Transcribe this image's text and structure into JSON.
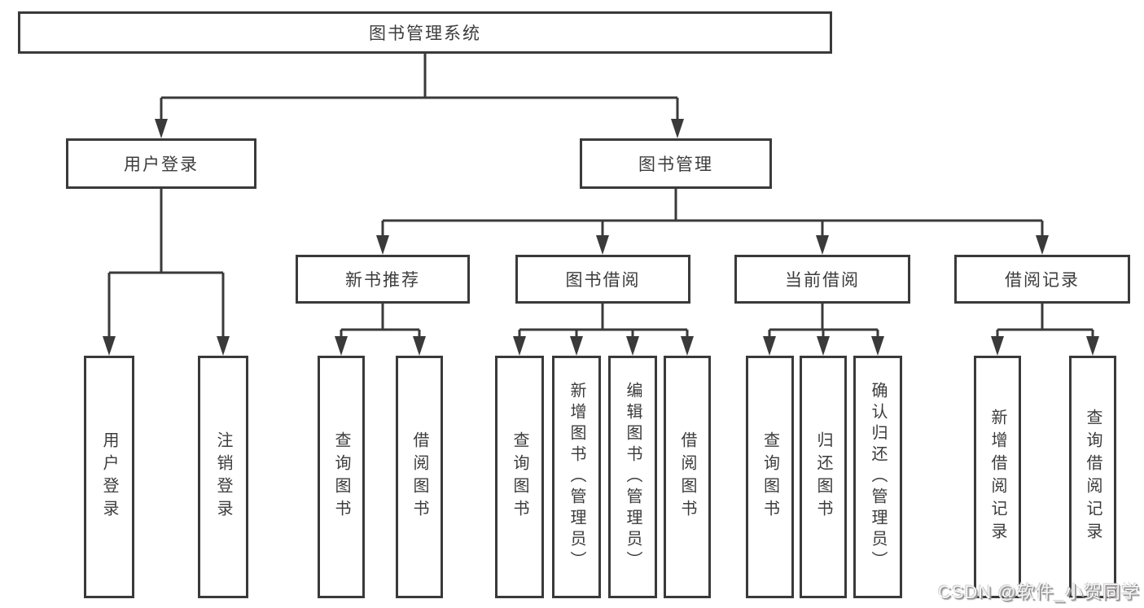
{
  "diagram_title": "图书管理系统",
  "tree": {
    "label": "图书管理系统",
    "children": [
      {
        "label": "用户登录",
        "children": [
          {
            "label": "用户登录"
          },
          {
            "label": "注销登录"
          }
        ]
      },
      {
        "label": "图书管理",
        "children": [
          {
            "label": "新书推荐",
            "children": [
              {
                "label": "查询图书"
              },
              {
                "label": "借阅图书"
              }
            ]
          },
          {
            "label": "图书借阅",
            "children": [
              {
                "label": "查询图书"
              },
              {
                "label": "新增图书（管理员）"
              },
              {
                "label": "编辑图书（管理员）"
              },
              {
                "label": "借阅图书"
              }
            ]
          },
          {
            "label": "当前借阅",
            "children": [
              {
                "label": "查询图书"
              },
              {
                "label": "归还图书"
              },
              {
                "label": "确认归还（管理员）"
              }
            ]
          },
          {
            "label": "借阅记录",
            "children": [
              {
                "label": "新增借阅记录"
              },
              {
                "label": "查询借阅记录"
              }
            ]
          }
        ]
      }
    ]
  },
  "watermark": {
    "text": "CSDN @软件_小贺同学"
  },
  "colors": {
    "line": "#3a3a3a",
    "box_border": "#3a3a3a",
    "text": "#3c3c3c",
    "background": "#ffffff",
    "watermark_shadow": "#8d8d8d"
  }
}
